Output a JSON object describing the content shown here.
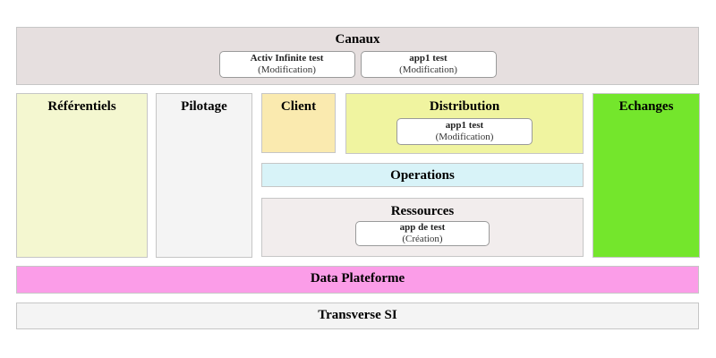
{
  "palette": {
    "canaux_bg": "#e6dfdf",
    "referentiels_bg": "#f4f7d0",
    "pilotage_bg": "#f4f4f4",
    "client_bg": "#faeaaf",
    "distribution_bg": "#f0f4a0",
    "operations_bg": "#d8f3f8",
    "ressources_bg": "#f2eded",
    "echanges_bg": "#74e62c",
    "data_plateforme_bg": "#fb9de8",
    "transverse_bg": "#f4f4f4",
    "card_bg": "#ffffff",
    "card_border": "#9a9a9a",
    "zone_border": "#c6c6c6"
  },
  "zones": {
    "canaux": {
      "title": "Canaux",
      "apps": [
        {
          "name": "Activ Infinite test",
          "status": "(Modification)"
        },
        {
          "name": "app1 test",
          "status": "(Modification)"
        }
      ]
    },
    "referentiels": {
      "title": "Référentiels"
    },
    "pilotage": {
      "title": "Pilotage"
    },
    "client": {
      "title": "Client"
    },
    "distribution": {
      "title": "Distribution",
      "apps": [
        {
          "name": "app1 test",
          "status": "(Modification)"
        }
      ]
    },
    "operations": {
      "title": "Operations"
    },
    "ressources": {
      "title": "Ressources",
      "apps": [
        {
          "name": "app de test",
          "status": "(Création)"
        }
      ]
    },
    "echanges": {
      "title": "Echanges"
    },
    "data_plateforme": {
      "title": "Data Plateforme"
    },
    "transverse": {
      "title": "Transverse SI"
    }
  }
}
